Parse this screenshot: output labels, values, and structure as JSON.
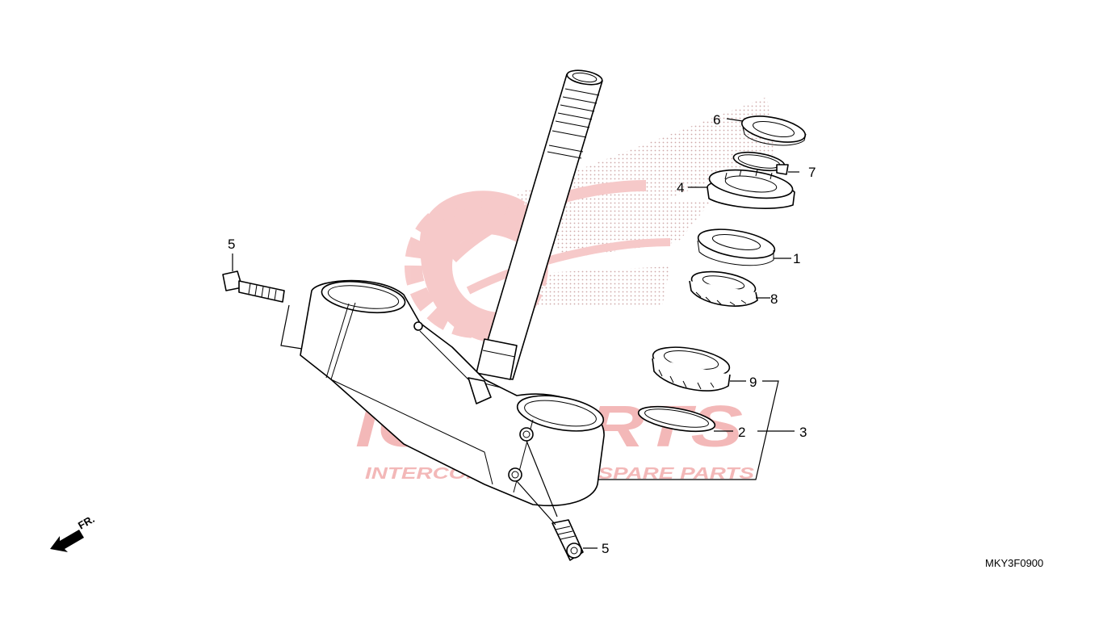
{
  "diagram": {
    "drawing_code": "MKY3F0900",
    "front_indicator": "FR.",
    "callouts": [
      {
        "id": "c6",
        "label": "6",
        "part": "steering-stem-nut-top"
      },
      {
        "id": "c7",
        "label": "7",
        "part": "lock-washer"
      },
      {
        "id": "c4",
        "label": "4",
        "part": "adjusting-nut"
      },
      {
        "id": "c1",
        "label": "1",
        "part": "dust-seal"
      },
      {
        "id": "c8",
        "label": "8",
        "part": "upper-bearing"
      },
      {
        "id": "c5a",
        "label": "5",
        "part": "pinch-bolt-upper"
      },
      {
        "id": "c9",
        "label": "9",
        "part": "lower-bearing"
      },
      {
        "id": "c2",
        "label": "2",
        "part": "lower-dust-seal"
      },
      {
        "id": "c3",
        "label": "3",
        "part": "steering-stem-assembly"
      },
      {
        "id": "c5b",
        "label": "5",
        "part": "pinch-bolt-lower"
      }
    ]
  },
  "watermark": {
    "brand": "ICSPARTS",
    "tagline": "INTERCONTINENTAL SPARE PARTS",
    "color": "#f3b8b8"
  }
}
